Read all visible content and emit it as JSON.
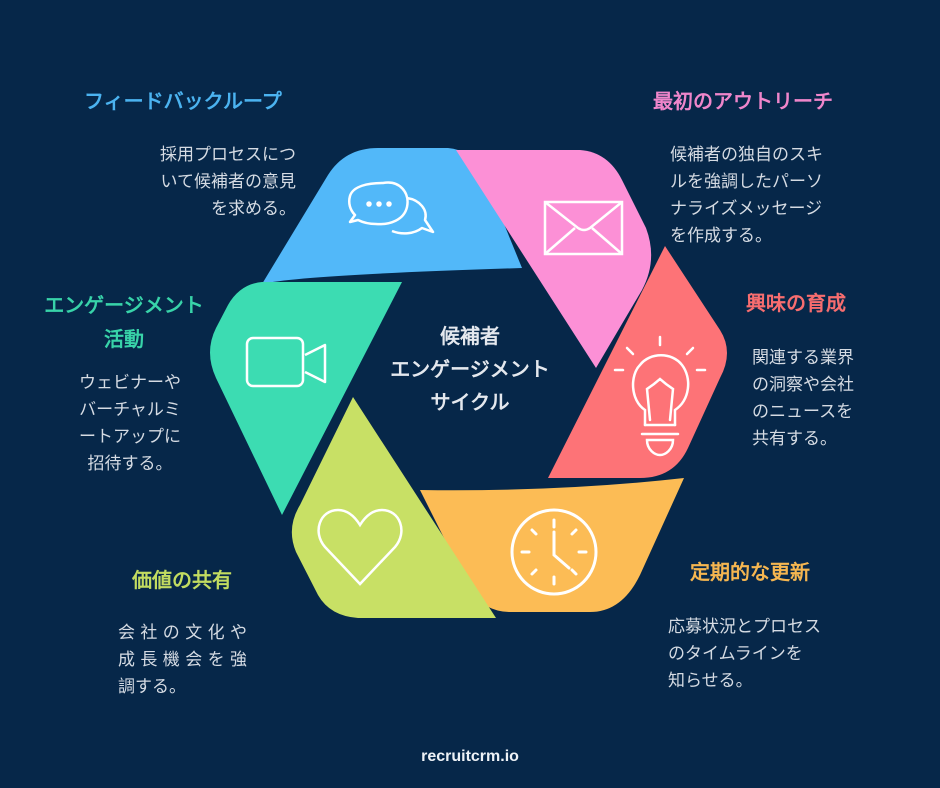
{
  "center": {
    "title": "候補者\nエンゲージメント\nサイクル"
  },
  "segments": [
    {
      "id": "feedback-loop",
      "title": "フィードバックループ",
      "description": "採用プロセスにつ\nいて候補者の意見\nを求める。",
      "icon": "chat-bubbles-icon",
      "color": "#52b8f9",
      "title_color": "#4bb3f0"
    },
    {
      "id": "initial-outreach",
      "title": "最初のアウトリーチ",
      "description": "候補者の独自のスキ\nルを強調したパーソ\nナライズメッセージ\nを作成する。",
      "icon": "envelope-icon",
      "color": "#fc90d6",
      "title_color": "#ef86cb"
    },
    {
      "id": "nurture-interest",
      "title": "興味の育成",
      "description": "関連する業界\nの洞察や会社\nのニュースを\n共有する。",
      "icon": "lightbulb-icon",
      "color": "#fd7377",
      "title_color": "#f76d6f"
    },
    {
      "id": "regular-updates",
      "title": "定期的な更新",
      "description": "応募状況とプロセス\nのタイムラインを\n知らせる。",
      "icon": "clock-icon",
      "color": "#fcbc55",
      "title_color": "#f5b650"
    },
    {
      "id": "share-values",
      "title": "価値の共有",
      "description": "会 社 の 文 化 や\n成 長 機 会 を 強\n調する。",
      "icon": "heart-icon",
      "color": "#c8e065",
      "title_color": "#c2dc60"
    },
    {
      "id": "engagement-activities",
      "title": "エンゲージメント\n活動",
      "description": "ウェビナーや\nバーチャルミ\nートアップに\n招待する。",
      "icon": "video-camera-icon",
      "color": "#3cdcb2",
      "title_color": "#38d3a9"
    }
  ],
  "footer": {
    "brand": "recruitcrm.io"
  },
  "colors": {
    "background": "#062749",
    "icon_stroke": "#ffffff",
    "description_text": "#d5dbe3"
  }
}
